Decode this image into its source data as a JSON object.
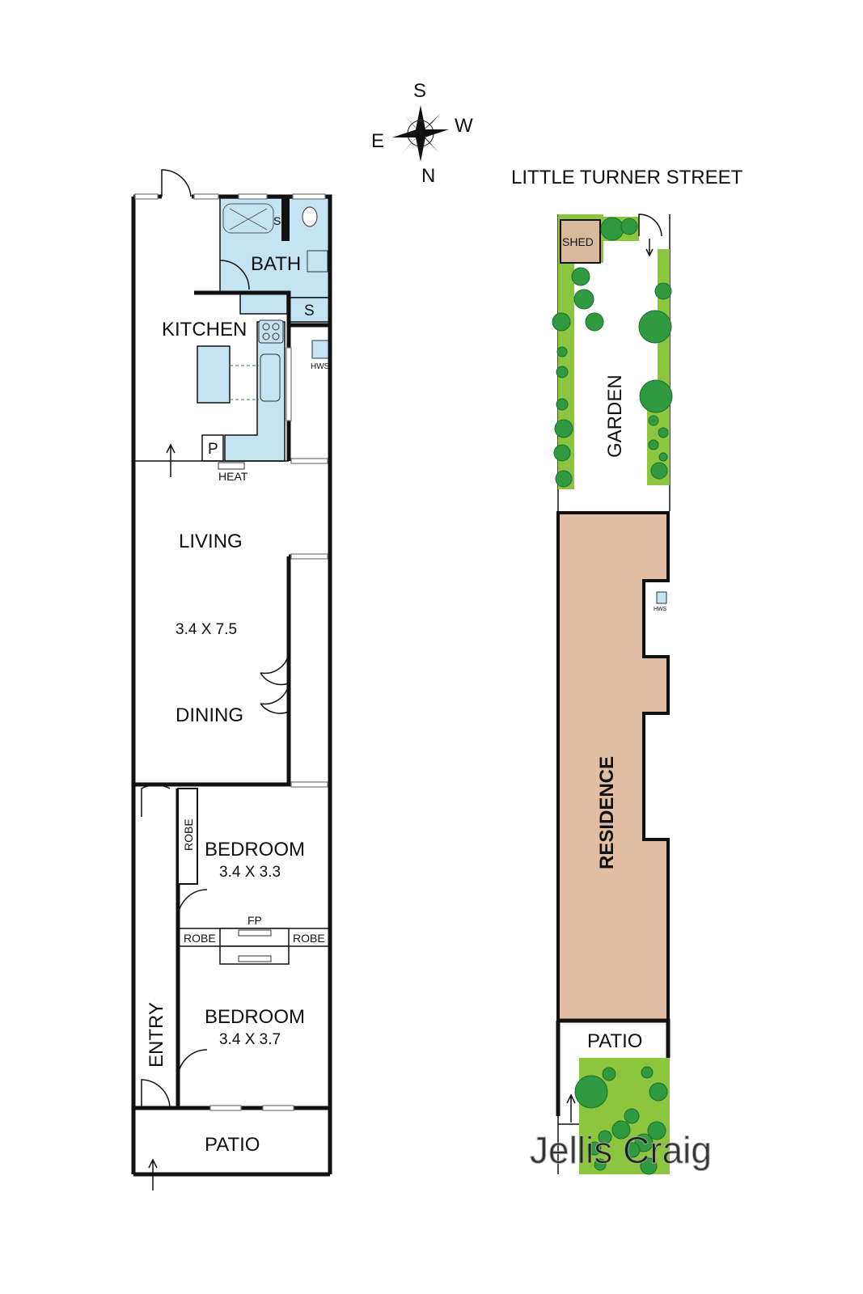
{
  "compass": {
    "north": "N",
    "south": "S",
    "east": "E",
    "west": "W"
  },
  "street": "LITTLE TURNER STREET",
  "floor_plan": {
    "rooms": {
      "bath": "BATH",
      "kitchen": "KITCHEN",
      "living": "LIVING",
      "living_dims": "3.4 X 7.5",
      "dining": "DINING",
      "bedroom1": "BEDROOM",
      "bedroom1_dims": "3.4 X 3.3",
      "bedroom2": "BEDROOM",
      "bedroom2_dims": "3.4 X 3.7",
      "entry": "ENTRY",
      "patio": "PATIO"
    },
    "fixtures": {
      "shower": "S",
      "storage": "S",
      "hws": "HWS",
      "pantry": "P",
      "heat": "HEAT",
      "fireplace": "FP",
      "robe": "ROBE",
      "robe_left": "ROBE",
      "robe_right": "ROBE"
    }
  },
  "site_plan": {
    "shed": "SHED",
    "garden": "GARDEN",
    "residence": "RESIDENCE",
    "hws": "HWS",
    "patio": "PATIO"
  },
  "watermark": "Jellis Craig",
  "colors": {
    "wet_area": "#c4e4f3",
    "residence": "#e2bea4",
    "garden": "#8cc63f",
    "tree": "#2f9a40",
    "shed": "#d9b99b"
  }
}
